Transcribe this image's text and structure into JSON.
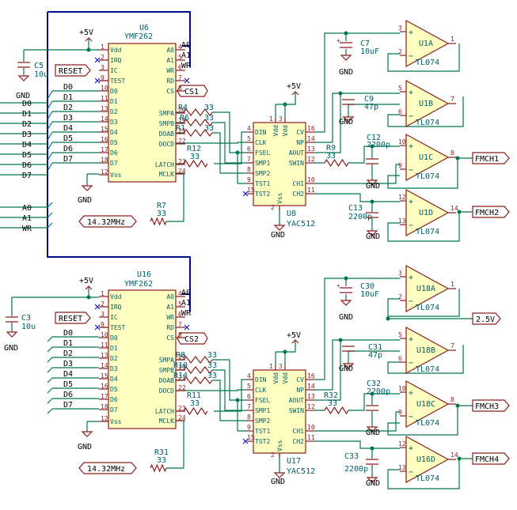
{
  "power": {
    "vcc": "+5V",
    "gnd": "GND"
  },
  "chips": [
    {
      "ref": "U6",
      "value": "YMF262",
      "left_pins": [
        {
          "name": "Vdd",
          "num": "1"
        },
        {
          "name": "IRQ",
          "num": "2"
        },
        {
          "name": "IC",
          "num": "3"
        },
        {
          "name": "TEST",
          "num": "9"
        },
        {
          "name": "D0",
          "num": "10"
        },
        {
          "name": "D1",
          "num": "11"
        },
        {
          "name": "D2",
          "num": "13"
        },
        {
          "name": "D3",
          "num": "14"
        },
        {
          "name": "D4",
          "num": "15"
        },
        {
          "name": "D5",
          "num": "16"
        },
        {
          "name": "D6",
          "num": "17"
        },
        {
          "name": "D7",
          "num": "18"
        },
        {
          "name": "Vss",
          "num": "12"
        }
      ],
      "right_pins": [
        {
          "name": "A0",
          "num": "4"
        },
        {
          "name": "A1",
          "num": "5"
        },
        {
          "name": "WR",
          "num": "6"
        },
        {
          "name": "RD",
          "num": "7"
        },
        {
          "name": "CS",
          "num": "8"
        },
        {
          "name": "SMPA",
          "num": "20"
        },
        {
          "name": "SMPB",
          "num": "19"
        },
        {
          "name": "DOAB",
          "num": "21"
        },
        {
          "name": "DOCD",
          "num": "22"
        },
        {
          "name": "LATCH",
          "num": "23"
        },
        {
          "name": "MCLK",
          "num": "24"
        }
      ]
    },
    {
      "ref": "U16",
      "value": "YMF262",
      "left_pins": [
        {
          "name": "Vdd",
          "num": "1"
        },
        {
          "name": "IRQ",
          "num": "2"
        },
        {
          "name": "IC",
          "num": "3"
        },
        {
          "name": "TEST",
          "num": "9"
        },
        {
          "name": "D0",
          "num": "10"
        },
        {
          "name": "D1",
          "num": "11"
        },
        {
          "name": "D2",
          "num": "13"
        },
        {
          "name": "D3",
          "num": "14"
        },
        {
          "name": "D4",
          "num": "15"
        },
        {
          "name": "D5",
          "num": "16"
        },
        {
          "name": "D6",
          "num": "17"
        },
        {
          "name": "D7",
          "num": "18"
        },
        {
          "name": "Vss",
          "num": "12"
        }
      ],
      "right_pins": [
        {
          "name": "A0",
          "num": "4"
        },
        {
          "name": "A1",
          "num": "5"
        },
        {
          "name": "WR",
          "num": "6"
        },
        {
          "name": "RD",
          "num": "7"
        },
        {
          "name": "CS",
          "num": "8"
        },
        {
          "name": "SMPA",
          "num": "20"
        },
        {
          "name": "SMPB",
          "num": "19"
        },
        {
          "name": "DOAB",
          "num": "21"
        },
        {
          "name": "DOCD",
          "num": "22"
        },
        {
          "name": "LATCH",
          "num": "23"
        },
        {
          "name": "MCLK",
          "num": "24"
        }
      ]
    }
  ],
  "dacs": [
    {
      "ref": "U8",
      "value": "YAC512",
      "left_pins": [
        {
          "name": "DIN",
          "num": "4"
        },
        {
          "name": "CLK",
          "num": "5"
        },
        {
          "name": "FSEL",
          "num": "6"
        },
        {
          "name": "SMP1",
          "num": "7"
        },
        {
          "name": "SMP2",
          "num": "8"
        },
        {
          "name": "TST1",
          "num": "9"
        },
        {
          "name": "TST2",
          "num": "15"
        }
      ],
      "right_pins": [
        {
          "name": "CV",
          "num": "16"
        },
        {
          "name": "NP",
          "num": "14"
        },
        {
          "name": "AOUT",
          "num": "13"
        },
        {
          "name": "SWIN",
          "num": "12"
        },
        {
          "name": "CH1",
          "num": "10"
        },
        {
          "name": "CH2",
          "num": "11"
        }
      ],
      "top_pins": [
        {
          "name": "Vdd",
          "num": "1"
        },
        {
          "name": "Vdd",
          "num": "3"
        }
      ],
      "bottom_pin": {
        "name": "Vss",
        "num": "2"
      }
    },
    {
      "ref": "U17",
      "value": "YAC512",
      "left_pins": [
        {
          "name": "DIN",
          "num": "4"
        },
        {
          "name": "CLK",
          "num": "5"
        },
        {
          "name": "FSEL",
          "num": "6"
        },
        {
          "name": "SMP1",
          "num": "7"
        },
        {
          "name": "SMP2",
          "num": "8"
        },
        {
          "name": "TST1",
          "num": "9"
        },
        {
          "name": "TST2",
          "num": "15"
        }
      ],
      "right_pins": [
        {
          "name": "CV",
          "num": "16"
        },
        {
          "name": "NP",
          "num": "14"
        },
        {
          "name": "AOUT",
          "num": "13"
        },
        {
          "name": "SWIN",
          "num": "12"
        },
        {
          "name": "CH1",
          "num": "10"
        },
        {
          "name": "CH2",
          "num": "11"
        }
      ],
      "top_pins": [
        {
          "name": "Vdd",
          "num": "1"
        },
        {
          "name": "Vdd",
          "num": "3"
        }
      ],
      "bottom_pin": {
        "name": "Vss",
        "num": "2"
      }
    }
  ],
  "opamps": [
    {
      "ref": "U1A",
      "value": "TL074",
      "plus": "3",
      "minus": "2",
      "out": "1"
    },
    {
      "ref": "U1B",
      "value": "TL074",
      "plus": "5",
      "minus": "6",
      "out": "7"
    },
    {
      "ref": "U1C",
      "value": "TL074",
      "plus": "10",
      "minus": "9",
      "out": "8"
    },
    {
      "ref": "U1D",
      "value": "TL074",
      "plus": "12",
      "minus": "13",
      "out": "14"
    },
    {
      "ref": "U18A",
      "value": "TL074",
      "plus": "3",
      "minus": "2",
      "out": "1"
    },
    {
      "ref": "U18B",
      "value": "TL074",
      "plus": "5",
      "minus": "6",
      "out": "7"
    },
    {
      "ref": "U18C",
      "value": "TL074",
      "plus": "10",
      "minus": "9",
      "out": "8"
    },
    {
      "ref": "U16D",
      "value": "TL074",
      "plus": "12",
      "minus": "13",
      "out": "14"
    }
  ],
  "resistors": [
    {
      "ref": "R4",
      "value": "33"
    },
    {
      "ref": "R6",
      "value": "33"
    },
    {
      "ref": "R1",
      "value": "33"
    },
    {
      "ref": "R12",
      "value": "33"
    },
    {
      "ref": "R7",
      "value": "33"
    },
    {
      "ref": "R9",
      "value": "33"
    },
    {
      "ref": "R8",
      "value": "33"
    },
    {
      "ref": "R10",
      "value": "33"
    },
    {
      "ref": "R14",
      "value": "33"
    },
    {
      "ref": "R11",
      "value": "33"
    },
    {
      "ref": "R31",
      "value": "33"
    },
    {
      "ref": "R32",
      "value": "33"
    }
  ],
  "capacitors": [
    {
      "ref": "C5",
      "value": "10u"
    },
    {
      "ref": "C7",
      "value": "10uF"
    },
    {
      "ref": "C9",
      "value": "47p"
    },
    {
      "ref": "C12",
      "value": "2200p"
    },
    {
      "ref": "C13",
      "value": "2200p"
    },
    {
      "ref": "C3",
      "value": "10u"
    },
    {
      "ref": "C30",
      "value": "10uF"
    },
    {
      "ref": "C31",
      "value": "47p"
    },
    {
      "ref": "C32",
      "value": "2200p"
    },
    {
      "ref": "C33",
      "value": "2200p"
    }
  ],
  "labels": {
    "reset": "RESET",
    "cs1": "CS1",
    "cs2": "CS2",
    "clock": "14.32MHz",
    "ref25": "2.5V",
    "fm1": "FMCH1",
    "fm2": "FMCH2",
    "fm3": "FMCH3",
    "fm4": "FMCH4"
  },
  "data_nets": [
    "D0",
    "D1",
    "D2",
    "D3",
    "D4",
    "D5",
    "D6",
    "D7"
  ],
  "addr_nets": [
    "A0",
    "A1",
    "WR"
  ]
}
